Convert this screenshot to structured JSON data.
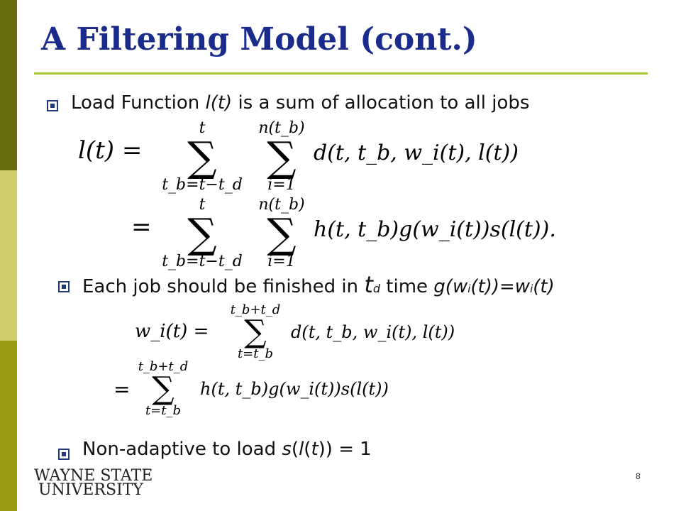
{
  "slide": {
    "title": "A Filtering Model (cont.)",
    "bullets": [
      {
        "pre": "Load Function ",
        "ital": "l(t)",
        "post": " is a sum of allocation to all jobs"
      },
      {
        "pre": "Each job should be finished in ",
        "big": "t",
        "sub": "d",
        "mid": " time ",
        "g1": "g(w",
        "g1sub": "i",
        "g2": "(t))=w",
        "g2sub": "i",
        "g3": "(t)"
      },
      {
        "pre": "Non-adaptive to load ",
        "s": "s",
        "p1": "(",
        "l": "l",
        "p2": "(",
        "t": "t",
        "p3": ")) = 1"
      }
    ],
    "equations": {
      "eq1_lhs": "l(t) =",
      "eq1_sum1_top": "t",
      "eq1_sum1_bot": "t_b=t−t_d",
      "eq1_sum2_top": "n(t_b)",
      "eq1_sum2_bot": "i=1",
      "eq1_body": "d(t, t_b, w_i(t), l(t))",
      "eq2_lhs": "=",
      "eq2_body": "h(t, t_b)g(w_i(t))s(l(t)).",
      "eq3_lhs": "w_i(t) =",
      "eq3_sum_top": "t_b+t_d",
      "eq3_sum_bot": "t=t_b",
      "eq3_body": "d(t, t_b, w_i(t), l(t))",
      "eq4_lhs": "=",
      "eq4_body": "h(t, t_b)g(w_i(t))s(l(t))",
      "sigma": "∑"
    },
    "footer": {
      "logo_line1": "WAYNE STATE",
      "logo_line2": "UNIVERSITY",
      "page_number": "8"
    }
  }
}
